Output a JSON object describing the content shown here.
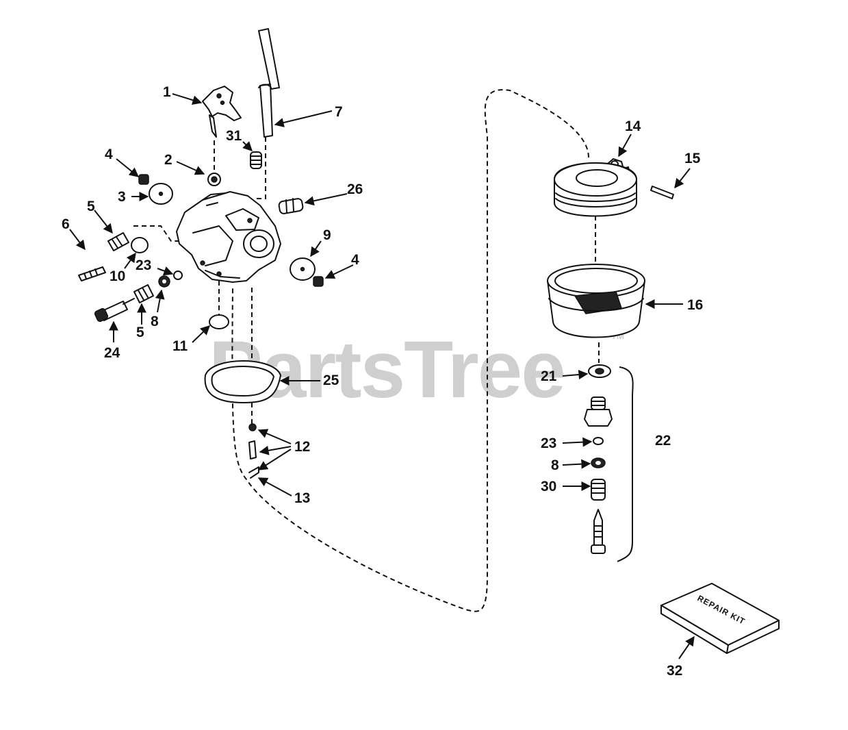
{
  "watermark": {
    "text": "PartsTree",
    "trademark": "TM"
  },
  "repair_kit_label": "REPAIR KIT",
  "callouts": {
    "c1": "1",
    "c2": "2",
    "c3": "3",
    "c4a": "4",
    "c4b": "4",
    "c5a": "5",
    "c5b": "5",
    "c6": "6",
    "c7": "7",
    "c8a": "8",
    "c8b": "8",
    "c9": "9",
    "c10": "10",
    "c11": "11",
    "c12": "12",
    "c13": "13",
    "c14": "14",
    "c15": "15",
    "c16": "16",
    "c21": "21",
    "c22": "22",
    "c23a": "23",
    "c23b": "23",
    "c24": "24",
    "c25": "25",
    "c26": "26",
    "c30": "30",
    "c31": "31",
    "c32": "32"
  }
}
